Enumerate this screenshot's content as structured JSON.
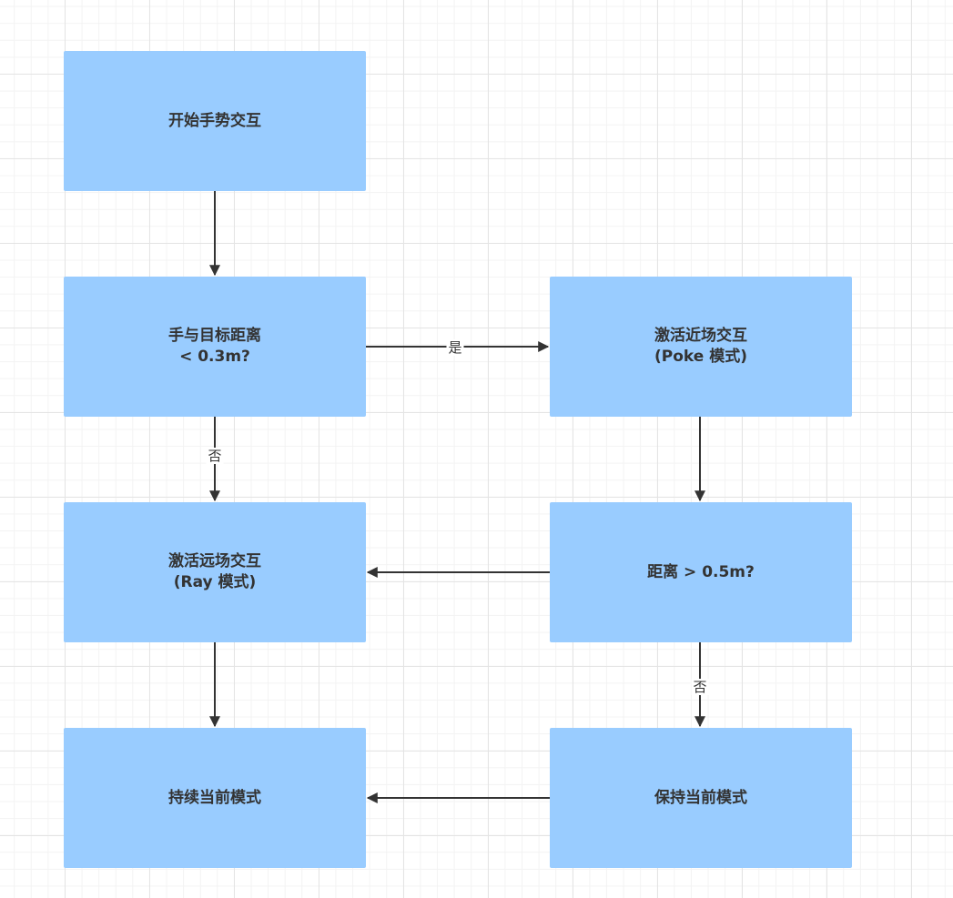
{
  "diagram": {
    "nodes": {
      "start": {
        "line1": "开始手势交互"
      },
      "check_distance": {
        "line1": "手与目标距离",
        "line2": "< 0.3m?"
      },
      "activate_near": {
        "line1": "激活近场交互",
        "line2": "(Poke 模式)"
      },
      "activate_far": {
        "line1": "激活远场交互",
        "line2": "(Ray 模式)"
      },
      "check_exit": {
        "line1": "距离 > 0.5m?"
      },
      "continue_mode": {
        "line1": "持续当前模式"
      },
      "keep_mode": {
        "line1": "保持当前模式"
      }
    },
    "edge_labels": {
      "check_to_near": "是",
      "check_to_far": "否",
      "exit_to_keep": "否"
    },
    "colors": {
      "node_fill": "#99ccff",
      "text": "#333333",
      "arrow": "#333333"
    }
  }
}
